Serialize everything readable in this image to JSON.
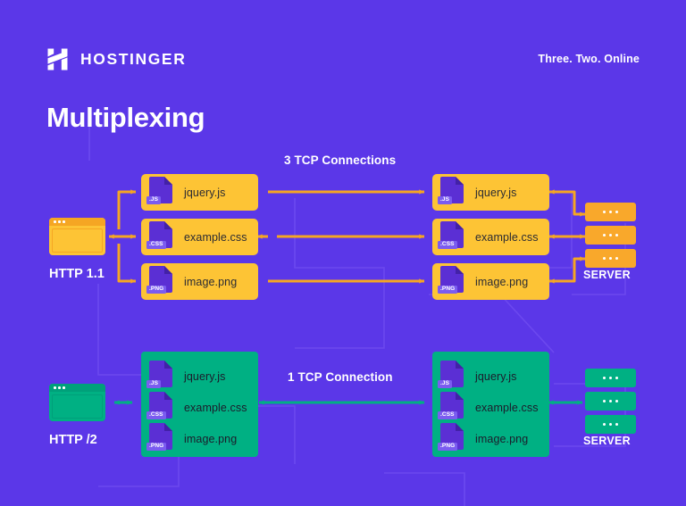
{
  "brand": {
    "logo_text": "HOSTINGER",
    "logo_icon": "hostinger-h-mark",
    "tagline": "Three. Two. Online"
  },
  "page": {
    "title": "Multiplexing",
    "background_color": "#5B37E8"
  },
  "colors": {
    "background": "#5B37E8",
    "yellow_card": "#FDC435",
    "orange_accent": "#F5A623",
    "orange_server": "#F9A82B",
    "green": "#00B083",
    "green_dark": "#00A07A",
    "file_icon_purple": "#5B2FD4",
    "file_badge_purple": "#7B5CF0",
    "text_light": "#FFFFFF",
    "text_dark": "#2B2B33"
  },
  "diagram": {
    "type": "network-protocol-comparison",
    "sections": [
      {
        "id": "http11",
        "client_label": "HTTP 1.1",
        "client_icon": "browser-window-icon",
        "connection_label": "3 TCP Connections",
        "connection_count": 3,
        "server_label": "SERVER",
        "server_icon": "server-rack-icon",
        "accent_color": "#F5A623",
        "card_color": "#FDC435",
        "grouping": "separate-cards",
        "files": [
          {
            "name": "jquery.js",
            "ext_badge": ".JS",
            "icon": "file-js-icon"
          },
          {
            "name": "example.css",
            "ext_badge": ".CSS",
            "icon": "file-css-icon"
          },
          {
            "name": "image.png",
            "ext_badge": ".PNG",
            "icon": "file-png-icon"
          }
        ]
      },
      {
        "id": "http2",
        "client_label": "HTTP /2",
        "client_icon": "browser-window-icon",
        "connection_label": "1 TCP Connection",
        "connection_count": 1,
        "server_label": "SERVER",
        "server_icon": "server-rack-icon",
        "accent_color": "#00B083",
        "card_color": "#00B083",
        "grouping": "single-block",
        "files": [
          {
            "name": "jquery.js",
            "ext_badge": ".JS",
            "icon": "file-js-icon"
          },
          {
            "name": "example.css",
            "ext_badge": ".CSS",
            "icon": "file-css-icon"
          },
          {
            "name": "image.png",
            "ext_badge": ".PNG",
            "icon": "file-png-icon"
          }
        ]
      }
    ]
  }
}
